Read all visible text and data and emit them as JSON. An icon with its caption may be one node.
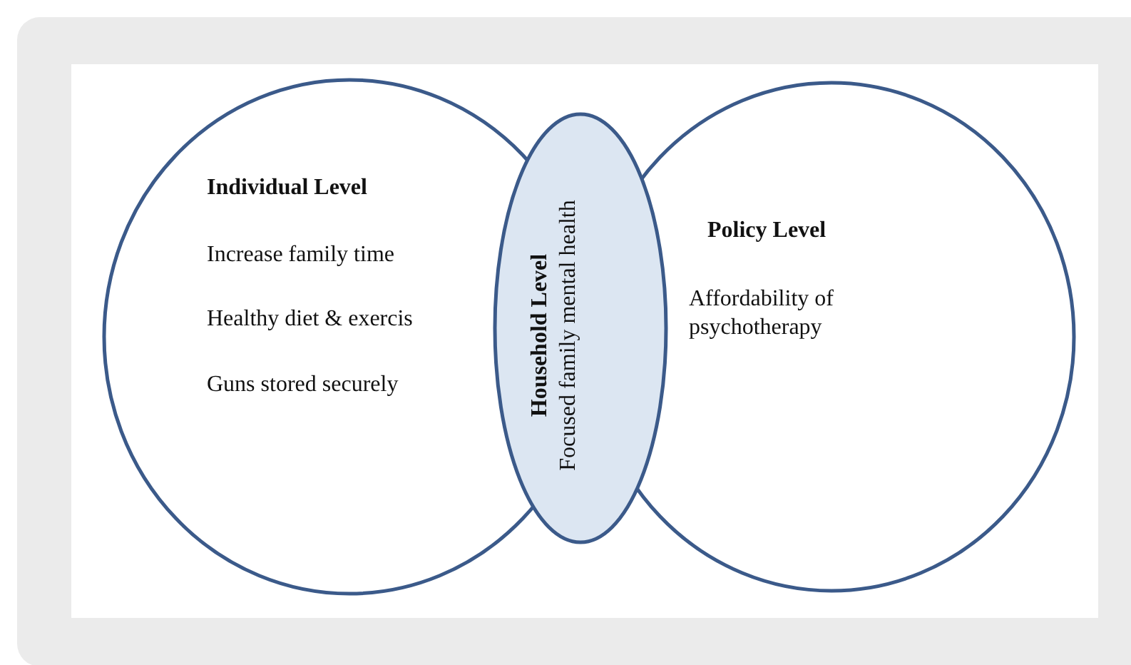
{
  "diagram": {
    "nodes": [
      {
        "text": [
          "Individual Level",
          "Increase family time",
          "Healthy diet & exercis",
          "Guns stored securely"
        ]
      },
      {
        "text": [
          "Policy Level",
          "Affordability of psychotherapy"
        ]
      },
      {
        "text": [
          "Household Level",
          "Focused family mental health"
        ]
      }
    ]
  }
}
